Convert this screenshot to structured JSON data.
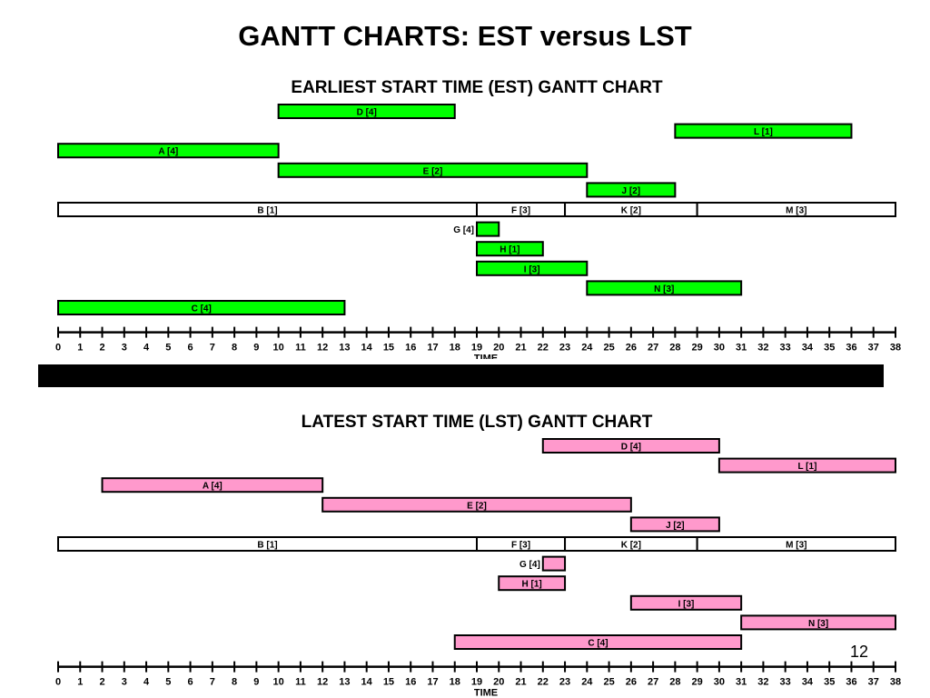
{
  "slide_title": "GANTT CHARTS:  EST versus LST",
  "page_number": "12",
  "colors": {
    "est_bar": "#00ff00",
    "lst_bar": "#ff99cc",
    "critical_bar": "#ffffff",
    "outline": "#000000"
  },
  "chart_data": [
    {
      "type": "gantt",
      "title": "EARLIEST START TIME (EST) GANTT CHART",
      "xlabel": "TIME",
      "xlim": [
        0,
        38
      ],
      "ticks": [
        0,
        1,
        2,
        3,
        4,
        5,
        6,
        7,
        8,
        9,
        10,
        11,
        12,
        13,
        14,
        15,
        16,
        17,
        18,
        19,
        20,
        21,
        22,
        23,
        24,
        25,
        26,
        27,
        28,
        29,
        30,
        31,
        32,
        33,
        34,
        35,
        36,
        37,
        38
      ],
      "rows": [
        {
          "tasks": [
            {
              "label": "D [4]",
              "start": 10,
              "end": 18,
              "critical": false
            }
          ]
        },
        {
          "tasks": [
            {
              "label": "L [1]",
              "start": 28,
              "end": 36,
              "critical": false
            }
          ]
        },
        {
          "tasks": [
            {
              "label": "A [4]",
              "start": 0,
              "end": 10,
              "critical": false
            }
          ]
        },
        {
          "tasks": [
            {
              "label": "E [2]",
              "start": 10,
              "end": 24,
              "critical": false
            }
          ]
        },
        {
          "tasks": [
            {
              "label": "J [2]",
              "start": 24,
              "end": 28,
              "critical": false
            }
          ]
        },
        {
          "tasks": [
            {
              "label": "B [1]",
              "start": 0,
              "end": 19,
              "critical": true
            },
            {
              "label": "F [3]",
              "start": 19,
              "end": 23,
              "critical": true
            },
            {
              "label": "K [2]",
              "start": 23,
              "end": 29,
              "critical": true
            },
            {
              "label": "M [3]",
              "start": 29,
              "end": 38,
              "critical": true
            }
          ]
        },
        {
          "tasks": [
            {
              "label": "G [4]",
              "start": 19,
              "end": 20,
              "critical": false,
              "label_outside": true
            }
          ]
        },
        {
          "tasks": [
            {
              "label": "H [1]",
              "start": 19,
              "end": 22,
              "critical": false
            }
          ]
        },
        {
          "tasks": [
            {
              "label": "I [3]",
              "start": 19,
              "end": 24,
              "critical": false
            }
          ]
        },
        {
          "tasks": [
            {
              "label": "N [3]",
              "start": 24,
              "end": 31,
              "critical": false
            }
          ]
        },
        {
          "tasks": [
            {
              "label": "C [4]",
              "start": 0,
              "end": 13,
              "critical": false
            }
          ]
        }
      ]
    },
    {
      "type": "gantt",
      "title": "LATEST START TIME (LST) GANTT CHART",
      "xlabel": "TIME",
      "xlim": [
        0,
        38
      ],
      "ticks": [
        0,
        1,
        2,
        3,
        4,
        5,
        6,
        7,
        8,
        9,
        10,
        11,
        12,
        13,
        14,
        15,
        16,
        17,
        18,
        19,
        20,
        21,
        22,
        23,
        24,
        25,
        26,
        27,
        28,
        29,
        30,
        31,
        32,
        33,
        34,
        35,
        36,
        37,
        38
      ],
      "rows": [
        {
          "tasks": [
            {
              "label": "D [4]",
              "start": 22,
              "end": 30,
              "critical": false
            }
          ]
        },
        {
          "tasks": [
            {
              "label": "L [1]",
              "start": 30,
              "end": 38,
              "critical": false
            }
          ]
        },
        {
          "tasks": [
            {
              "label": "A [4]",
              "start": 2,
              "end": 12,
              "critical": false
            }
          ]
        },
        {
          "tasks": [
            {
              "label": "E [2]",
              "start": 12,
              "end": 26,
              "critical": false
            }
          ]
        },
        {
          "tasks": [
            {
              "label": "J [2]",
              "start": 26,
              "end": 30,
              "critical": false
            }
          ]
        },
        {
          "tasks": [
            {
              "label": "B [1]",
              "start": 0,
              "end": 19,
              "critical": true
            },
            {
              "label": "F [3]",
              "start": 19,
              "end": 23,
              "critical": true
            },
            {
              "label": "K [2]",
              "start": 23,
              "end": 29,
              "critical": true
            },
            {
              "label": "M [3]",
              "start": 29,
              "end": 38,
              "critical": true
            }
          ]
        },
        {
          "tasks": [
            {
              "label": "G [4]",
              "start": 22,
              "end": 23,
              "critical": false,
              "label_outside": true
            }
          ]
        },
        {
          "tasks": [
            {
              "label": "H [1]",
              "start": 20,
              "end": 23,
              "critical": false
            }
          ]
        },
        {
          "tasks": [
            {
              "label": "I [3]",
              "start": 26,
              "end": 31,
              "critical": false
            }
          ]
        },
        {
          "tasks": [
            {
              "label": "N [3]",
              "start": 31,
              "end": 38,
              "critical": false
            }
          ]
        },
        {
          "tasks": [
            {
              "label": "C [4]",
              "start": 18,
              "end": 31,
              "critical": false
            }
          ]
        }
      ]
    }
  ]
}
